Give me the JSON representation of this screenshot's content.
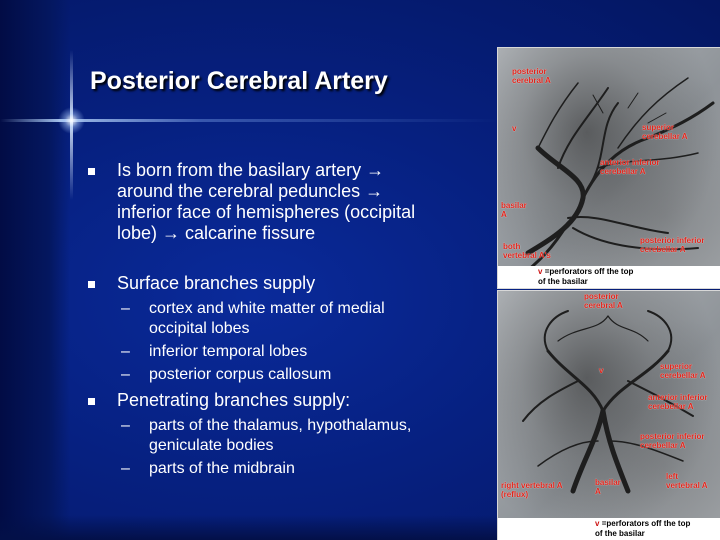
{
  "slide": {
    "title": "Posterior Cerebral Artery",
    "bullets": [
      {
        "text": "Is born from the basilary artery → around the cerebral peduncles → inferior face of hemispheres (occipital lobe) → calcarine fissure",
        "lines": [
          "Is born from the basilary artery →",
          "around the cerebral peduncles →",
          "inferior face of hemispheres (occipital",
          "lobe) → calcarine fissure"
        ]
      },
      {
        "text": "Surface branches supply",
        "subs": [
          {
            "lines": [
              "cortex and white matter of medial",
              "occipital lobes"
            ]
          },
          {
            "lines": [
              "inferior temporal lobes"
            ]
          },
          {
            "lines": [
              "posterior corpus callosum"
            ]
          }
        ]
      },
      {
        "text": "Penetrating branches supply:",
        "subs": [
          {
            "lines": [
              "parts of the thalamus, hypothalamus,",
              "geniculate bodies"
            ]
          },
          {
            "lines": [
              "parts of the midbrain"
            ]
          }
        ]
      }
    ]
  },
  "image_top": {
    "labels": {
      "pca": [
        "posterior",
        "cerebral A"
      ],
      "v": "v",
      "sca": [
        "superior",
        "cerebellar A"
      ],
      "aica": [
        "anterior inferior",
        "cerebellar A"
      ],
      "basilar": [
        "basilar",
        "A"
      ],
      "pica": [
        "posterior inferior",
        "cerebellar A"
      ],
      "both": [
        "both",
        "vertebral A's"
      ]
    },
    "caption": {
      "v": "v",
      "text": "=perforators off the top",
      "line2": "of the basilar"
    }
  },
  "image_bottom": {
    "labels": {
      "pca": [
        "posterior",
        "cerebral A"
      ],
      "v": "v",
      "sca": [
        "superior",
        "cerebellar A"
      ],
      "aica": [
        "anterior inferior",
        "cerebellar A"
      ],
      "pica": [
        "posterior inferior",
        "cerebellar A"
      ],
      "right": [
        "right vertebral A",
        "(reflux)"
      ],
      "basilar": [
        "basilar",
        "A"
      ],
      "left": [
        "left",
        "vertebral A"
      ]
    },
    "caption": {
      "v": "v",
      "text": "=perforators off the top",
      "line2": "of the basilar"
    }
  },
  "colors": {
    "background": "#061a70",
    "label_red": "#e2231a",
    "text": "#ffffff"
  }
}
